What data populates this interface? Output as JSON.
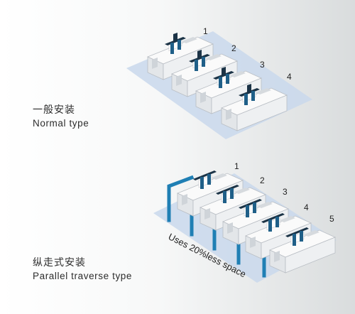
{
  "normal": {
    "title_cn": "一般安装",
    "title_en": "Normal type",
    "machine_numbers": [
      "1",
      "2",
      "3",
      "4"
    ]
  },
  "parallel": {
    "title_cn": "纵走式安装",
    "title_en": "Parallel traverse type",
    "machine_numbers": [
      "1",
      "2",
      "3",
      "4",
      "5"
    ],
    "space_note": "Uses 20%less space"
  },
  "colors": {
    "floor": "#c9d8ec",
    "machine": "#f2f2f2",
    "robot_blue": "#1f7fb4",
    "robot_dark": "#1b3346"
  }
}
